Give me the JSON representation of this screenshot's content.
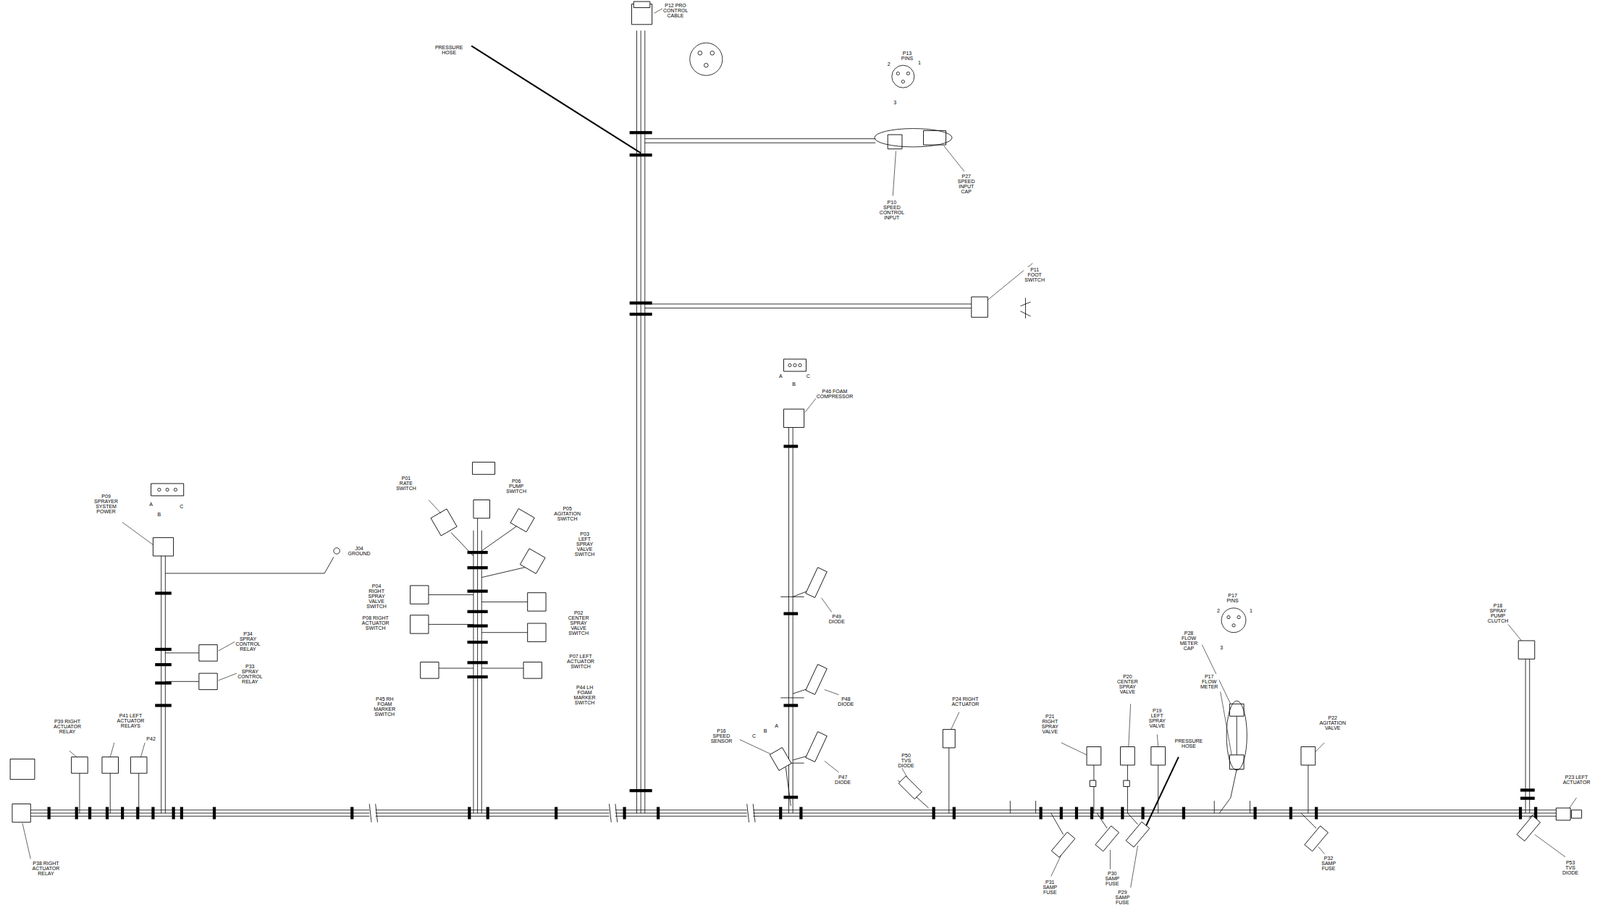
{
  "diagram": {
    "labels": [
      "P12 PRO CONTROL CABLE",
      "PRESSURE HOSE",
      "P13 PINS",
      "2",
      "1",
      "3",
      "P27 SPEED INPUT CAP",
      "P10 SPEED CONTROL INPUT",
      "P11 FOOT SWITCH",
      "A",
      "B",
      "C",
      "P46 FOAM COMPRESSOR",
      "P01 RATE SWITCH",
      "P06 PUMP SWITCH",
      "A",
      "B",
      "C",
      "P09 SPRAYER SYSTEM POWER",
      "P05 AGITATION SWITCH",
      "P03 LEFT SPRAY VALVE SWITCH",
      "J04 GROUND",
      "P04 RIGHT SPRAY VALVE SWITCH",
      "P17 PINS",
      "2",
      "1",
      "3",
      "P18 SPRAY PUMP CLUTCH",
      "P02 CENTER SPRAY VALVE SWITCH",
      "P49 DIODE",
      "P08 RIGHT ACTUATOR SWITCH",
      "P28 FLOW METER CAP",
      "P34 SPRAY CONTROL RELAY",
      "P07 LEFT ACTUATOR SWITCH",
      "P33 SPRAY CONTROL RELAY",
      "P20 CENTER SPRAY VALVE",
      "P17 FLOW METER",
      "P44 LH FOAM MARKER SWITCH",
      "P45 RH FOAM MARKER SWITCH",
      "P48 DIODE",
      "P24 RIGHT ACTUATOR",
      "P19 LEFT SPRAY VALVE",
      "P41 LEFT ACTUATOR RELAYS",
      "P21 RIGHT SPRAY VALVE",
      "P22 AGITATION VALVE",
      "P39 RIGHT ACTUATOR RELAY",
      "P16 SPEED SENSOR",
      "A",
      "B",
      "C",
      "P42",
      "PRESSURE HOSE",
      "P50 TVS DIODE",
      "P47 DIODE",
      "P23 LEFT ACTUATOR",
      "P32 SAMP FUSE",
      "P53 TVS DIODE",
      "P38 RIGHT ACTUATOR RELAY",
      "P30 SAMP FUSE",
      "P31 SAMP FUSE",
      "P29 SAMP FUSE"
    ]
  }
}
